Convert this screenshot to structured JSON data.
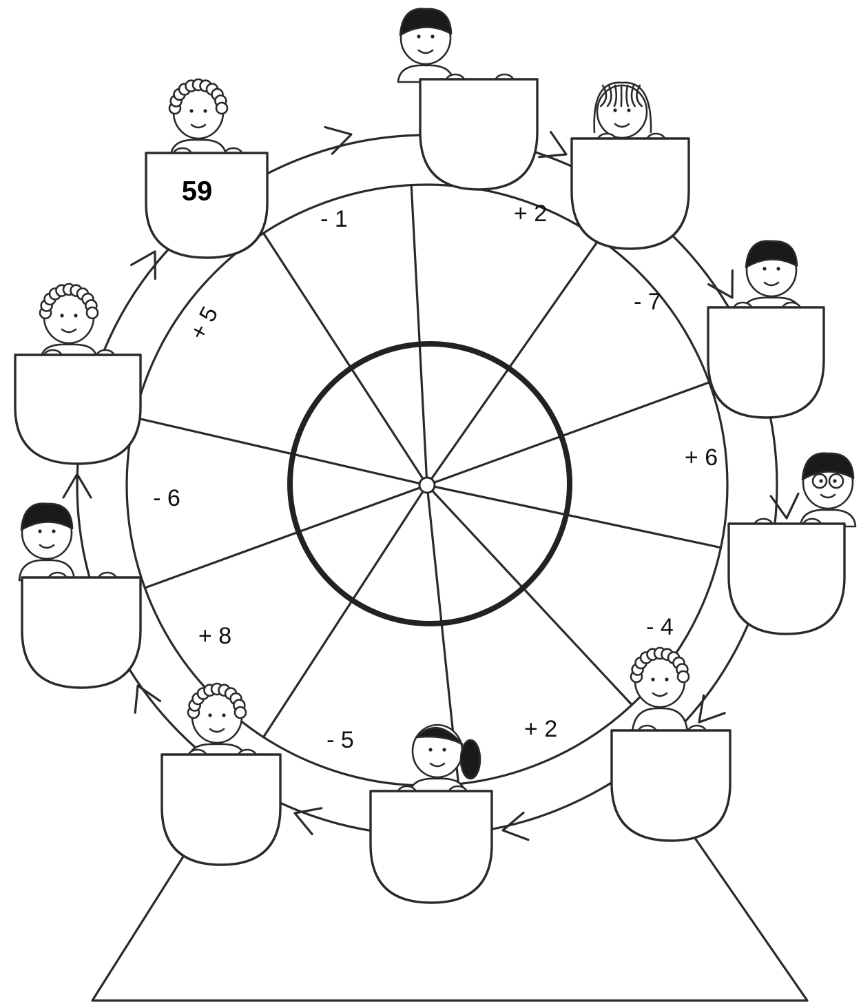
{
  "puzzle": {
    "start_value": "59",
    "operations": [
      "- 1",
      "+ 2",
      "- 7",
      "+ 6",
      "- 4",
      "+ 2",
      "- 5",
      "+ 8",
      "- 6",
      "+ 5"
    ],
    "cabin_answers": [
      "",
      "",
      "",
      "",
      "",
      "",
      "",
      "",
      "",
      ""
    ]
  },
  "colors": {
    "line": "#2a2a2a",
    "hair": "#1a1a1a",
    "background": "#ffffff"
  },
  "icons": [
    "child-icon",
    "arrow-icon",
    "ferris-wheel-icon"
  ]
}
